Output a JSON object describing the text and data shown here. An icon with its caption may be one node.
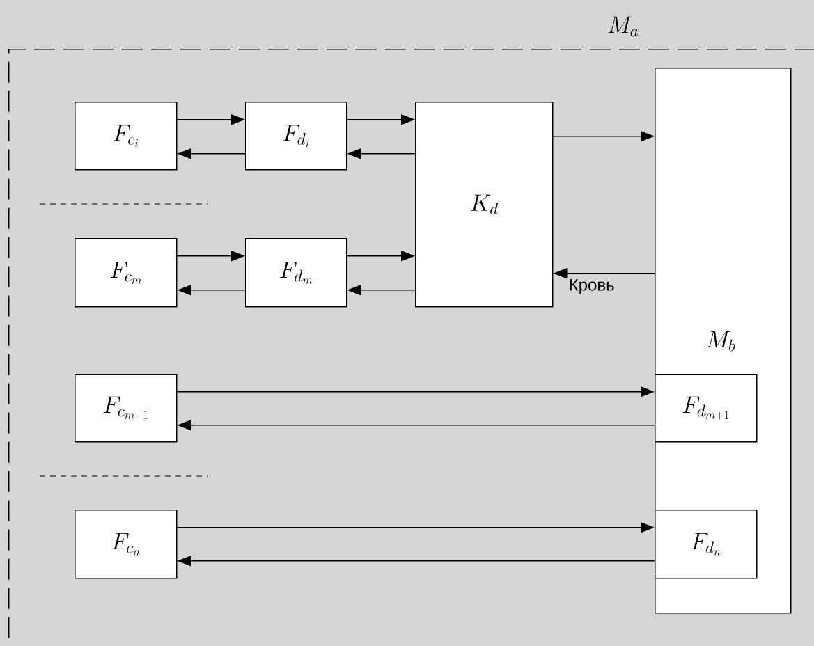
{
  "diagram": {
    "nodes": [
      {
        "text": [
          "M_{a}"
        ]
      },
      {
        "text": [
          "F_{c_{i}}"
        ],
        "in": 0
      },
      {
        "text": [
          "F_{d_{i}}"
        ],
        "in": 0
      },
      {
        "text": [
          "K_{d}"
        ],
        "in": 0
      },
      {
        "text": [
          "M_{b}"
        ],
        "in": 0
      },
      {
        "text": [
          "F_{c_{m}}"
        ],
        "in": 0
      },
      {
        "text": [
          "F_{d_{m}}"
        ],
        "in": 0
      },
      {
        "text": [
          "F_{c_{m+1}}"
        ],
        "in": 0
      },
      {
        "text": [
          "F_{d_{m+1}}"
        ],
        "in": 4
      },
      {
        "text": [
          "F_{c_{n}}"
        ],
        "in": 0
      },
      {
        "text": [
          "F_{d_{n}}"
        ],
        "in": 4
      }
    ],
    "edges": [
      {
        "from": 1,
        "to": 2,
        "arrow": "to"
      },
      {
        "from": 2,
        "to": 1,
        "arrow": "to"
      },
      {
        "from": 2,
        "to": 3,
        "arrow": "to"
      },
      {
        "from": 3,
        "to": 2,
        "arrow": "to"
      },
      {
        "from": 3,
        "to": 4,
        "arrow": "to"
      },
      {
        "from": 5,
        "to": 6,
        "arrow": "to"
      },
      {
        "from": 6,
        "to": 5,
        "arrow": "to"
      },
      {
        "from": 6,
        "to": 3,
        "arrow": "to"
      },
      {
        "from": 3,
        "to": 6,
        "arrow": "to"
      },
      {
        "from": 4,
        "to": 3,
        "arrow": "to",
        "label": "Кровь"
      },
      {
        "from": 7,
        "to": 8,
        "arrow": "to"
      },
      {
        "from": 8,
        "to": 7,
        "arrow": "to"
      },
      {
        "from": 9,
        "to": 10,
        "arrow": "to"
      },
      {
        "from": 10,
        "to": 9,
        "arrow": "to"
      }
    ]
  }
}
